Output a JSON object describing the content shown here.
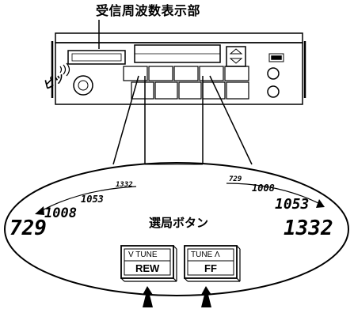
{
  "title": "受信周波数表示部",
  "sound": "ピッ",
  "select_label": "選局ボタン",
  "left_freqs": [
    "729",
    "1008",
    "1053",
    "1332"
  ],
  "right_freqs": [
    "729",
    "1008",
    "1053",
    "1332"
  ],
  "button_rew": {
    "top": "V TUNE",
    "main": "REW"
  },
  "button_ff": {
    "top": "TUNE Λ",
    "main": "FF"
  }
}
